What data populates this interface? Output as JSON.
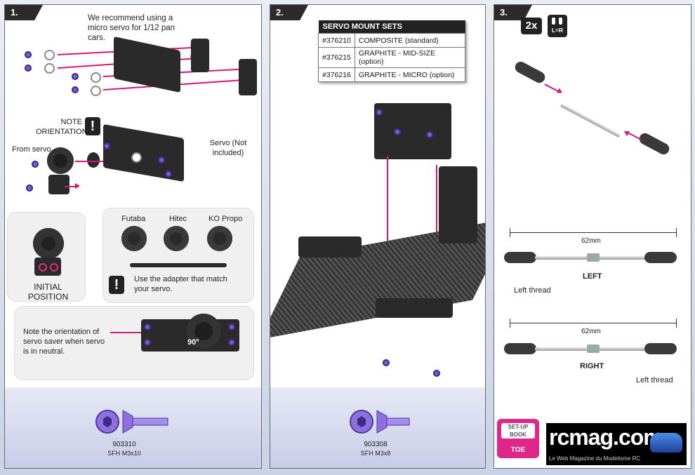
{
  "panel1": {
    "step": "1.",
    "recommend": "We recommend using a micro servo for 1/12 pan cars.",
    "note_orientation": "NOTE ORIENTATION",
    "from_servo": "From servo",
    "servo_label": "Servo (Not included)",
    "initial_position": "INITIAL POSITION",
    "brands": [
      "Futaba",
      "Hitec",
      "KO Propo"
    ],
    "adapter_note": "Use the adapter that match your servo.",
    "orientation_note": "Note the orientation of servo saver when servo is in neutral.",
    "angle": "90°",
    "part_number": "903310",
    "part_desc": "SFH M3x10"
  },
  "panel2": {
    "step": "2.",
    "table": {
      "title": "SERVO MOUNT SETS",
      "rows": [
        {
          "code": "#376210",
          "desc": "COMPOSITE (standard)"
        },
        {
          "code": "#376215",
          "desc": "GRAPHITE - MID-SIZE (option)"
        },
        {
          "code": "#376216",
          "desc": "GRAPHITE - MICRO (option)"
        }
      ]
    },
    "part_number": "903308",
    "part_desc": "SFH M3x8"
  },
  "panel3": {
    "step": "3.",
    "qty": "2x",
    "lr_label": "L=R",
    "length1": "62mm",
    "left_tag": "LEFT",
    "left_thread1": "Left thread",
    "length2": "62mm",
    "right_tag": "RIGHT",
    "left_thread2": "Left thread",
    "setup_book": "SET-UP BOOK",
    "toe": "TOE"
  },
  "watermark": {
    "site": "rcmag.com",
    "tagline": "Le Web Magazine du Modelisme RC"
  },
  "colors": {
    "accent": "#d6167c",
    "screw": "#7a5bd6",
    "dark": "#2a2a2a"
  }
}
